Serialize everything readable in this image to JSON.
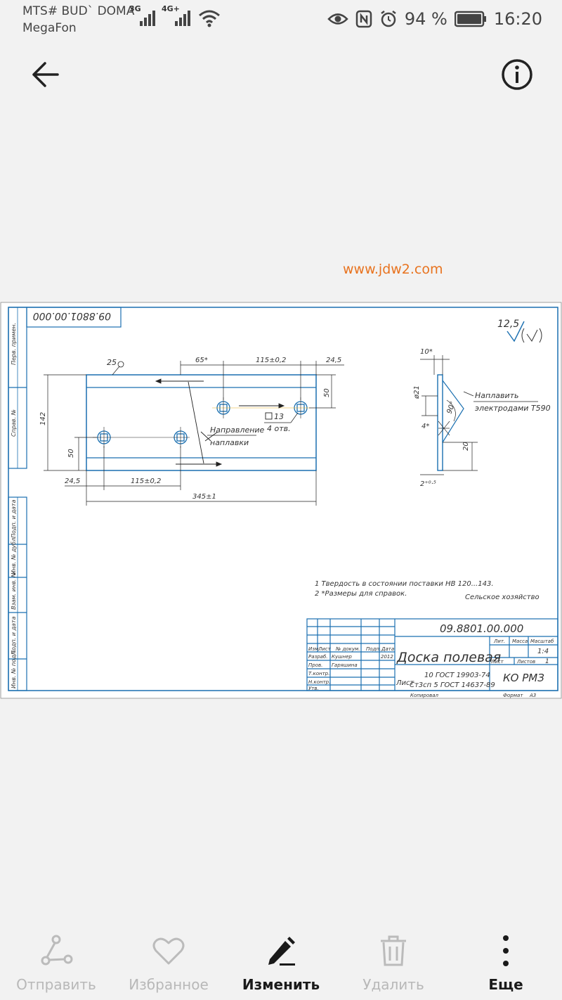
{
  "status_bar": {
    "carrier_line1": "MTS# BUD` DOMA",
    "carrier_line2": "MegaFon",
    "network1": "3G",
    "network2": "4G+",
    "battery": "94 %",
    "time": "16:20"
  },
  "watermark": "www.jdw2.com",
  "drawing": {
    "code": "09.8801.00.000",
    "code_rotated": "09.8801.00.000",
    "roughness": "12,5",
    "dims": {
      "d65": "65*",
      "d115_top": "115±0,2",
      "d245_top": "24,5",
      "d50_right": "50",
      "d142": "142",
      "d50_left": "50",
      "d245_bottom": "24,5",
      "d115_bottom": "115±0,2",
      "d345": "345±1",
      "d25": "25",
      "d10": "10*",
      "d21": "ø21",
      "d90": "90°",
      "d4": "4*",
      "d20": "20",
      "d2": "2⁺⁰·⁵"
    },
    "hole_label": "13",
    "holes_count": "4 отв.",
    "direction_label_1": "Направление",
    "direction_label_2": "наплавки",
    "weld_label_1": "Наплавить",
    "weld_label_2": "электродами Т590",
    "notes": [
      "1  Твердость в состоянии поставки НВ 120...143.",
      "2  *Размеры для справок."
    ],
    "industry": "Сельское хозяйство",
    "side_labels": [
      "Перв. примен.",
      "Справ. №",
      "Подп. и дата",
      "Инв. № дубл.",
      "Взам. инв. №",
      "Подп. и дата",
      "Инв. № подл."
    ],
    "title_block": {
      "name": "Доска полевая",
      "material_1": "10 ГОСТ 19903-74",
      "material_prefix": "Лист",
      "material_2": "Ст3сп 5 ГОСТ 14637-89",
      "lit": "Лит.",
      "mass": "Масса",
      "scale": "Масштаб",
      "scale_value": "1:4",
      "sheet": "Лист",
      "sheets": "Листов",
      "sheets_value": "1",
      "org": "КО РМЗ",
      "copied": "Копировал",
      "format": "Формат",
      "format_value": "А3",
      "col_izm": "Изм.",
      "col_list": "Лист",
      "col_doc": "№ докум.",
      "col_sign": "Подп.",
      "col_date": "Дата",
      "razrab": "Разраб.",
      "razrab_name": "Кушнер",
      "razrab_date": "2012",
      "prov": "Пров.",
      "prov_name": "Гаряшина",
      "tkontr": "Т.контр.",
      "nkontr": "Н.контр.",
      "utv": "Утв."
    }
  },
  "bottom_nav": {
    "send": "Отправить",
    "favorite": "Избранное",
    "edit": "Изменить",
    "delete": "Удалить",
    "more": "Еще"
  }
}
